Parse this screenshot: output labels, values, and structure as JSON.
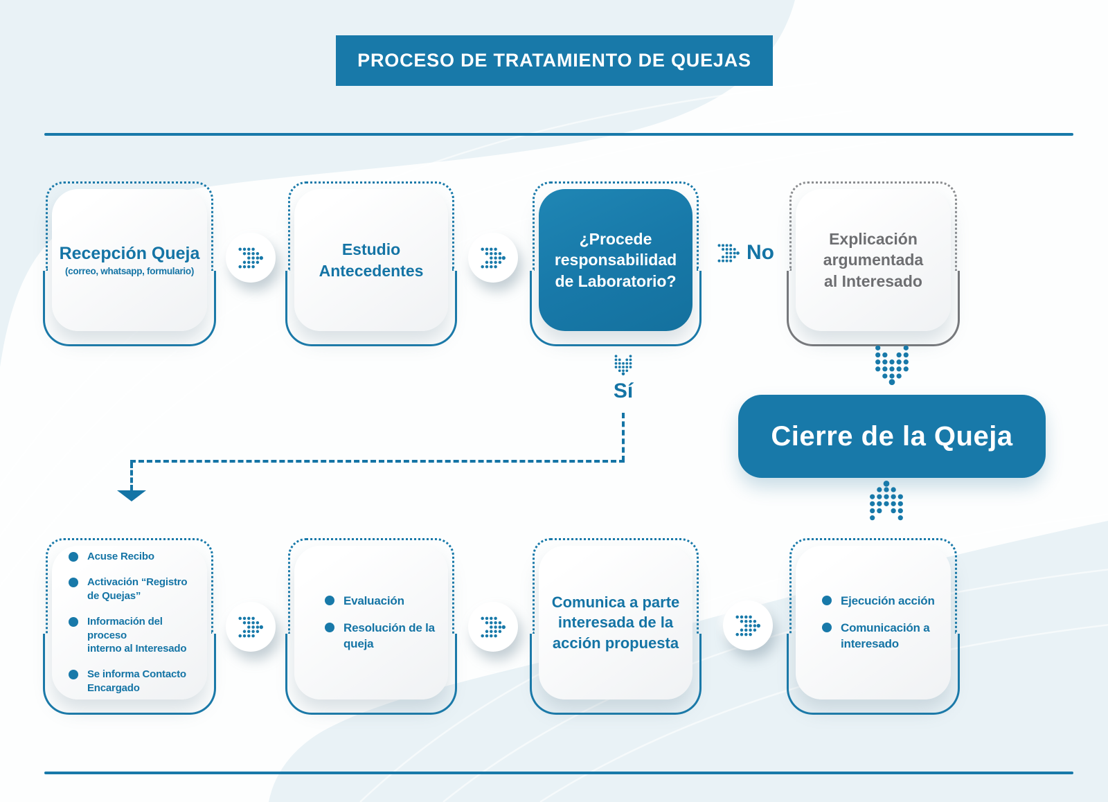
{
  "title": "PROCESO DE TRATAMIENTO DE QUEJAS",
  "flow": {
    "recepcion": {
      "title": "Recepción Queja",
      "subtitle": "(correo, whatsapp, formulario)"
    },
    "estudio": {
      "label": "Estudio\nAntecedentes"
    },
    "procede": {
      "label": "¿Procede\nresponsabilidad\nde Laboratorio?"
    },
    "decision": {
      "no_label": "No",
      "si_label": "Sí"
    },
    "explicacion": {
      "label": "Explicación\nargumentada\nal Interesado"
    },
    "cierre": {
      "label": "Cierre de la Queja"
    },
    "registro": {
      "items": [
        "Acuse Recibo",
        "Activación “Registro\nde Quejas”",
        "Información del proceso\ninterno al Interesado",
        "Se informa Contacto\nEncargado"
      ]
    },
    "evaluacion": {
      "items": [
        "Evaluación",
        "Resolución de la\nqueja"
      ]
    },
    "comunica": {
      "label": "Comunica a parte\ninteresada de la\nacción propuesta"
    },
    "ejecucion": {
      "items": [
        "Ejecución acción",
        "Comunicación a\ninteresado"
      ]
    }
  },
  "colors": {
    "primary": "#1879A9",
    "primary_text": "#1474A5",
    "gray_text": "#6D6E71",
    "gray_border": "#77787B",
    "light_bg": "#E9F2F6"
  },
  "icons": {
    "forward": "chevron-right-dots-icon",
    "down": "chevron-down-dots-icon",
    "up": "chevron-up-dots-icon",
    "arrowhead": "triangle-arrowhead-icon",
    "bullet": "dot-bullet-icon"
  }
}
